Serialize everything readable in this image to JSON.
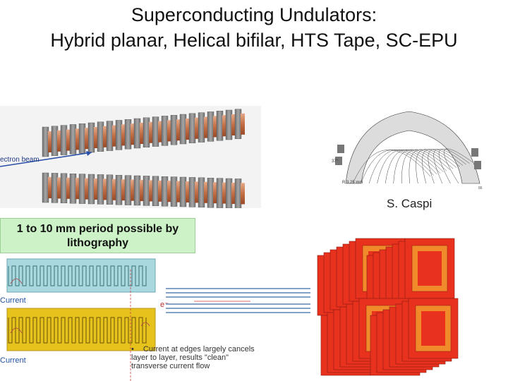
{
  "title": {
    "line1": "Superconducting Undulators:",
    "line2": "Hybrid planar, Helical bifilar, HTS Tape, SC-EPU"
  },
  "figures": {
    "hybrid_planar": {
      "beam_label": "ectron beam"
    },
    "helical": {
      "credit": "S. Caspi"
    },
    "hts_tape": {
      "callout": "1 to 10 mm period possible by lithography",
      "current_top": "Current",
      "current_bottom": "Current",
      "electron": "e⁻",
      "bullet": "•",
      "note": "Current at edges largely cancels layer to layer, results \"clean\" transverse current flow"
    }
  },
  "colors": {
    "copper": "#c8825a",
    "steel": "#8a8a8a",
    "callout_bg": "#cdf2c8",
    "tape_blue": "#a9d8df",
    "tape_yellow": "#e6c21d",
    "epu_red": "#e8321e",
    "epu_orange": "#f08a2a"
  }
}
